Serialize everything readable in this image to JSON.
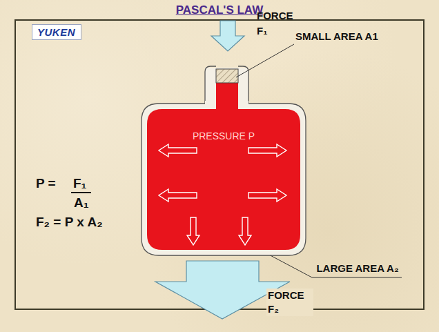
{
  "diagram": {
    "title": "PASCAL'S LAW",
    "nodes": [
      {
        "text": [
          "YUKEN"
        ]
      },
      {
        "text": [
          "PRESSURE P"
        ]
      }
    ],
    "labels": [
      "FORCE F₁",
      "SMALL AREA A1",
      "P =",
      "F₁",
      "A₁",
      "F₂ = P x A₂",
      "LARGE AREA A₂",
      "FORCE F₂"
    ]
  }
}
